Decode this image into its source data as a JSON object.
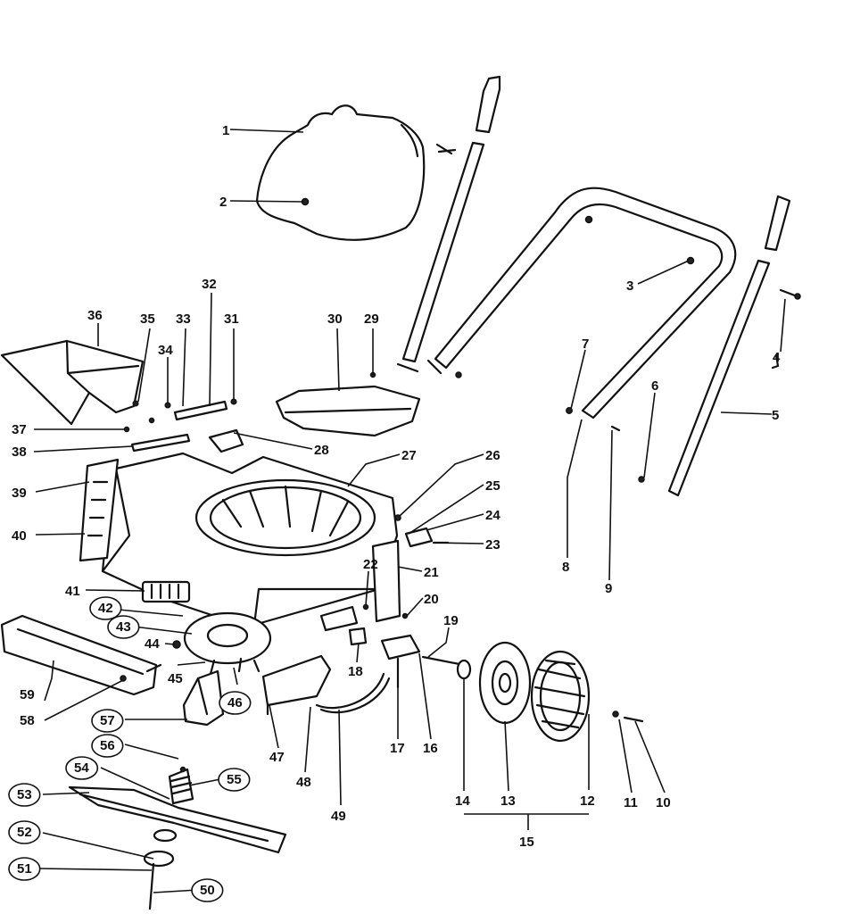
{
  "callouts": {
    "c1": "1",
    "c2": "2",
    "c3": "3",
    "c4": "4",
    "c5": "5",
    "c6": "6",
    "c7": "7",
    "c8": "8",
    "c9": "9",
    "c10": "10",
    "c11": "11",
    "c12": "12",
    "c13": "13",
    "c14": "14",
    "c15": "15",
    "c16": "16",
    "c17": "17",
    "c18": "18",
    "c19": "19",
    "c20": "20",
    "c21": "21",
    "c22": "22",
    "c23": "23",
    "c24": "24",
    "c25": "25",
    "c26": "26",
    "c27": "27",
    "c28": "28",
    "c29": "29",
    "c30": "30",
    "c31": "31",
    "c32": "32",
    "c33": "33",
    "c34": "34",
    "c35": "35",
    "c36": "36",
    "c37": "37",
    "c38": "38",
    "c39": "39",
    "c40": "40",
    "c41": "41",
    "c42": "42",
    "c43": "43",
    "c44": "44",
    "c45": "45",
    "c46": "46",
    "c47": "47",
    "c48": "48",
    "c49": "49",
    "c50": "50",
    "c51": "51",
    "c52": "52",
    "c53": "53",
    "c54": "54",
    "c55": "55",
    "c56": "56",
    "c57": "57",
    "c58": "58",
    "c59": "59"
  }
}
